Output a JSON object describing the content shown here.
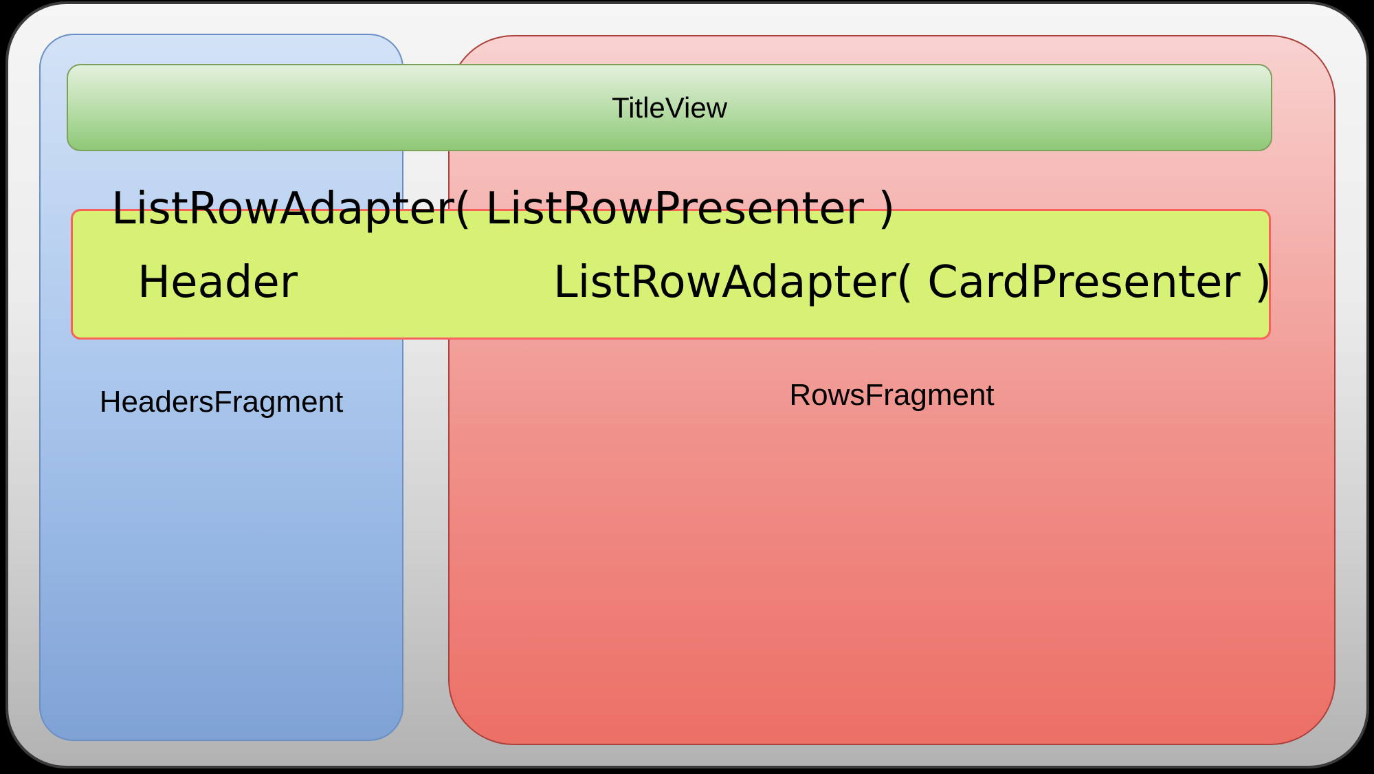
{
  "labels": {
    "title_view": "TitleView",
    "list_row_adapter_presenter": "ListRowAdapter( ListRowPresenter )",
    "header": "Header",
    "list_row_adapter_card": "ListRowAdapter( CardPresenter )",
    "headers_fragment": "HeadersFragment",
    "rows_fragment": "RowsFragment"
  },
  "colors": {
    "canvas-bg": "#000000",
    "outer-fill-top": "#f5f5f5",
    "outer-fill-bottom": "#b2b2b2",
    "outer-border": "#3a3a3a",
    "blue-fill-top": "#d3e2f6",
    "blue-fill-bottom": "#7fa2d6",
    "blue-border": "#6a8fc4",
    "red-fill-top": "#f8d2d0",
    "red-fill-bottom": "#ec6f66",
    "red-border": "#ab413a",
    "green-fill-top": "#e3f0dd",
    "green-fill-bottom": "#8ec877",
    "green-border": "#7da05a",
    "yellow-fill": "#d6f173",
    "yellow-border": "#fa615a",
    "text": "#000000"
  }
}
